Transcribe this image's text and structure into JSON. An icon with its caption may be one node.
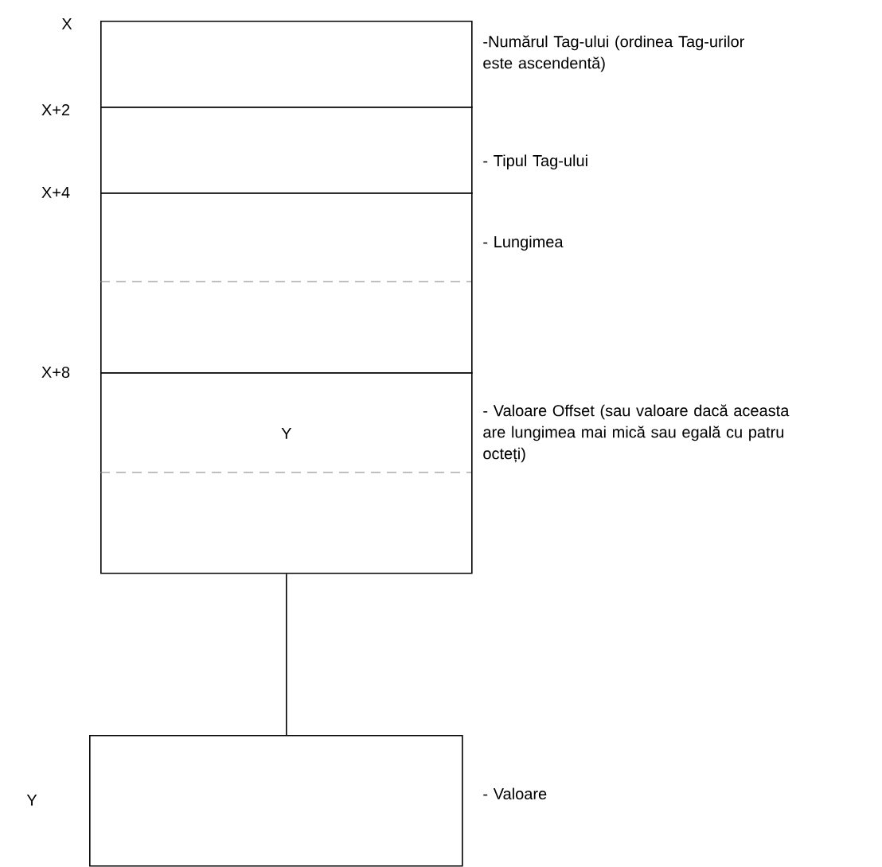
{
  "diagram": {
    "nodes": [
      {
        "text": [],
        "shape": "box",
        "beside": [
          "-Numărul Tag-ului (ordinea Tag-urilor este ascendentă)"
        ]
      },
      {
        "text": [],
        "shape": "box",
        "beside": [
          "- Tipul Tag-ului"
        ]
      },
      {
        "text": [],
        "shape": "box",
        "beside": [
          "- Lungimea"
        ]
      },
      {
        "text": [
          "Y"
        ],
        "beside": [
          "- Valoare Offset (sau valoare dacă aceasta are lungimea mai mică sau egală cu patru octeți)"
        ]
      },
      {
        "text": [],
        "shape": "box",
        "beside": [
          "- Valoare"
        ]
      }
    ],
    "edges": [
      {
        "from": 3,
        "to": 4,
        "arrow": "none"
      }
    ],
    "labels": [
      "X",
      "X+2",
      "X+4",
      "X+8",
      "Y"
    ]
  }
}
